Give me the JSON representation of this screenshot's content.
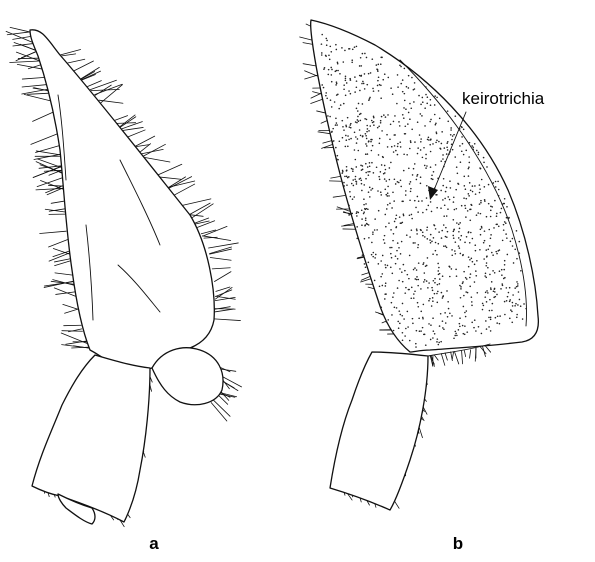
{
  "panels": [
    {
      "id": "a",
      "label": "a"
    },
    {
      "id": "b",
      "label": "b"
    }
  ],
  "annotations": [
    {
      "panel": "b",
      "text": "keirotrichia"
    }
  ]
}
